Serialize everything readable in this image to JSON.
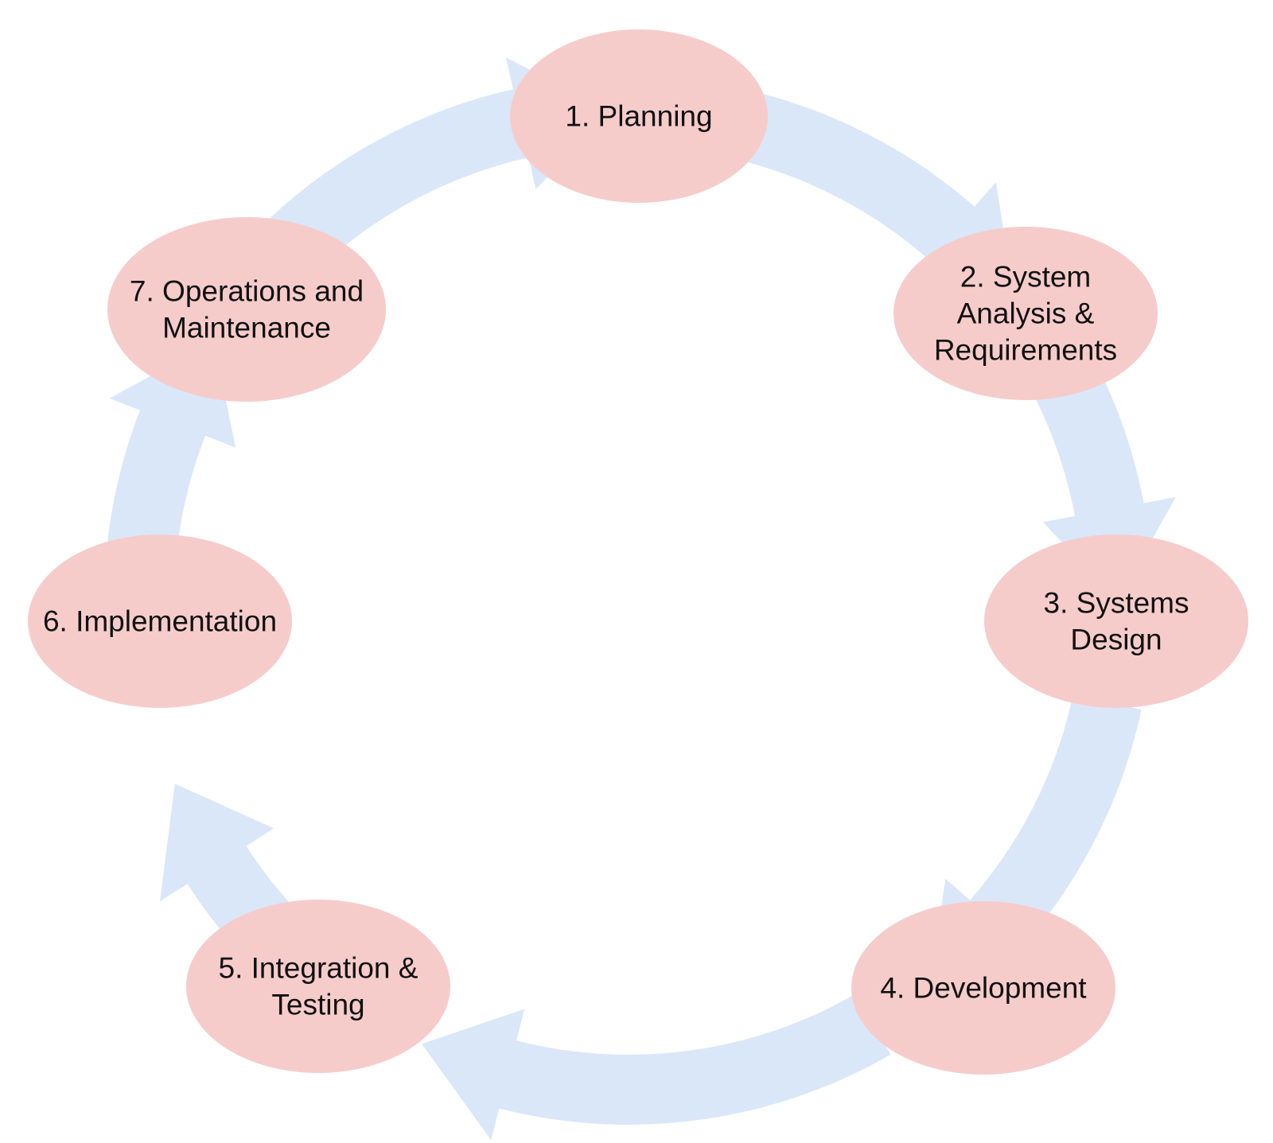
{
  "colors": {
    "stage_fill": "#f6cccb",
    "arrow_fill": "#dae7f9",
    "text": "#111111"
  },
  "stages": [
    {
      "id": "planning",
      "lines": [
        "1. Planning"
      ]
    },
    {
      "id": "system-analysis-requirements",
      "lines": [
        "2. System",
        "Analysis &",
        "Requirements"
      ]
    },
    {
      "id": "systems-design",
      "lines": [
        "3. Systems",
        "Design"
      ]
    },
    {
      "id": "development",
      "lines": [
        "4. Development"
      ]
    },
    {
      "id": "integration-testing",
      "lines": [
        "5. Integration &",
        "Testing"
      ]
    },
    {
      "id": "implementation",
      "lines": [
        "6. Implementation"
      ]
    },
    {
      "id": "operations-maintenance",
      "lines": [
        "7. Operations and",
        "Maintenance"
      ]
    }
  ],
  "flow": [
    {
      "from": "planning",
      "to": "system-analysis-requirements"
    },
    {
      "from": "system-analysis-requirements",
      "to": "systems-design"
    },
    {
      "from": "systems-design",
      "to": "development"
    },
    {
      "from": "development",
      "to": "integration-testing"
    },
    {
      "from": "integration-testing",
      "to": "implementation"
    },
    {
      "from": "implementation",
      "to": "operations-maintenance"
    },
    {
      "from": "operations-maintenance",
      "to": "planning"
    }
  ]
}
